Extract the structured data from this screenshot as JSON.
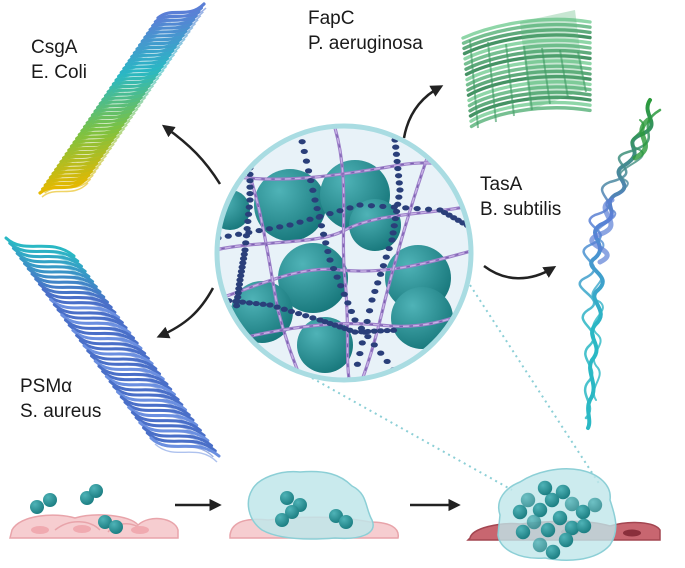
{
  "labels": {
    "csga": {
      "line1": "CsgA",
      "line2": "E. Coli"
    },
    "fapc": {
      "line1": "FapC",
      "line2": "P. aeruginosa"
    },
    "tasa": {
      "line1": "TasA",
      "line2": "B. subtilis"
    },
    "psma": {
      "line1": "PSMα",
      "line2": "S. aureus"
    }
  },
  "colors": {
    "teal_sphere": "#1f8e92",
    "purple_fiber": "#9b7fc8",
    "navy_fiber": "#2a3f7a",
    "circle_border": "#a9dce2",
    "cell_pink": "#f6cdd0",
    "cell_dark": "#b5515a",
    "matrix_blob": "#bfe6ea",
    "csga_gradient": [
      "#e6b800",
      "#7dc242",
      "#2ab8c4",
      "#5b7fd6"
    ],
    "fapc_green": "#5fb87f",
    "tasa_colors": [
      "#2a9a3a",
      "#5b7fd6",
      "#2ab8c4"
    ],
    "psma_colors": [
      "#4a6fc8",
      "#2ab8c4"
    ]
  }
}
